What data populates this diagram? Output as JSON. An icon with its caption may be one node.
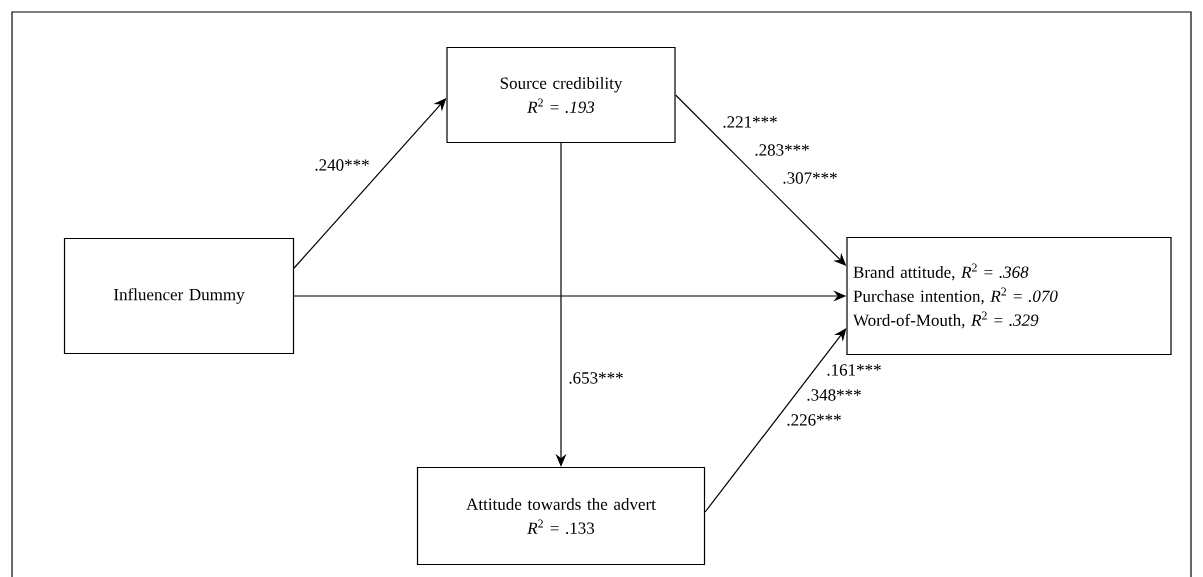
{
  "diagram": {
    "nodes": [
      {
        "text": [
          "Influencer Dummy"
        ]
      },
      {
        "text": [
          "Source credibility",
          "*R*$^{2}$ = *.193*"
        ]
      },
      {
        "text": [
          "Brand attitude, *R*$^{2}$ = *.368*",
          "Purchase intention, *R*$^{2}$ = *.070*",
          "Word-of-Mouth, *R*$^{2}$ = *.329*"
        ]
      },
      {
        "text": [
          "Attitude towards the advert",
          "*R*$^{2}$ = .133"
        ]
      }
    ],
    "edges": [
      {
        "from": 0,
        "to": 1,
        "arrow": "to",
        "label": ".240***"
      },
      {
        "from": 1,
        "to": 2,
        "arrow": "to"
      },
      {
        "from": 0,
        "to": 2,
        "arrow": "to"
      },
      {
        "from": 1,
        "to": 3,
        "arrow": "to",
        "label": ".653***"
      },
      {
        "from": 3,
        "to": 2,
        "arrow": "to"
      }
    ],
    "labels": [
      ".221***",
      ".283***",
      ".307***",
      ".161***",
      ".348***",
      ".226***"
    ]
  }
}
